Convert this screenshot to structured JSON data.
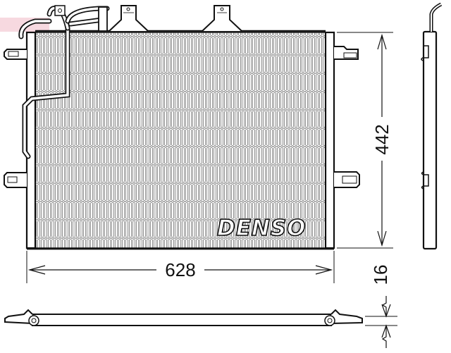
{
  "diagram": {
    "type": "technical-drawing",
    "subject": "AC condenser",
    "brand_label": "DENSO",
    "views": {
      "front": {
        "name": "front view"
      },
      "side": {
        "name": "side view"
      },
      "bottom": {
        "name": "bottom view"
      }
    },
    "dimensions": {
      "width": "628",
      "height": "442",
      "thickness": "16"
    },
    "colors": {
      "line": "#111111",
      "fin": "#8a8a8a",
      "background": "#ffffff",
      "watermark": "#e0506e"
    }
  }
}
